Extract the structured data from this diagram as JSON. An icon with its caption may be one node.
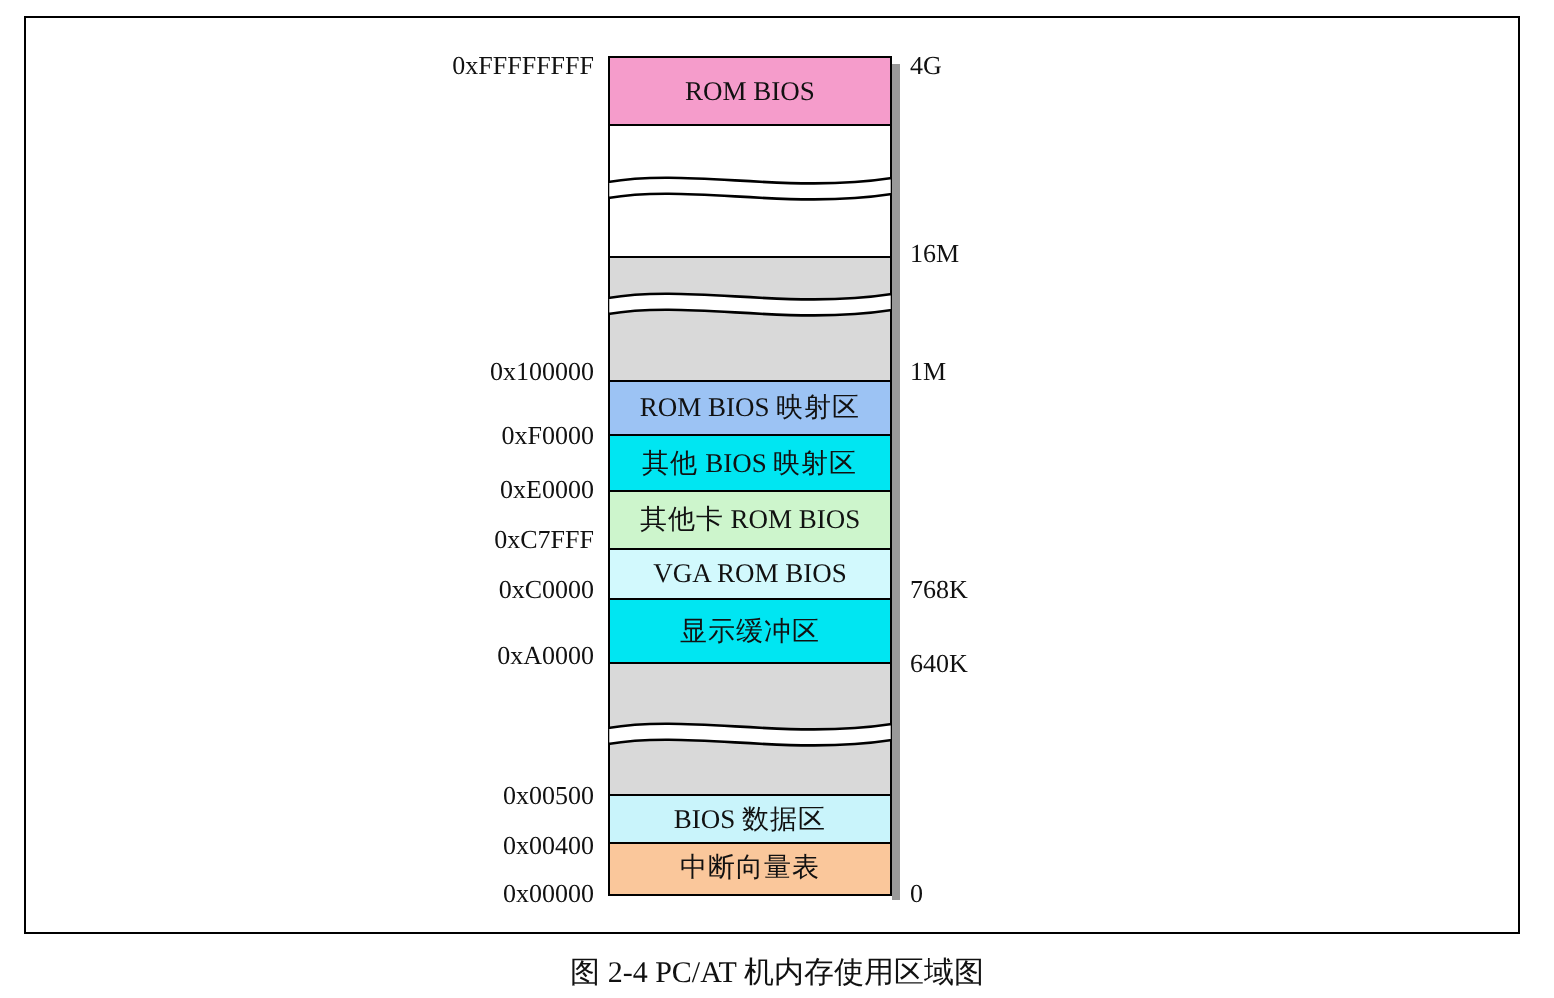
{
  "diagram": {
    "caption": "图 2-4 PC/AT 机内存使用区域图",
    "nodes": [
      {
        "text": [
          "ROM BIOS"
        ]
      },
      {
        "text": [],
        "shape": "box"
      },
      {
        "text": [],
        "shape": "box"
      },
      {
        "text": [
          "ROM BIOS 映射区"
        ]
      },
      {
        "text": [
          "其他 BIOS 映射区"
        ]
      },
      {
        "text": [
          "其他卡 ROM BIOS"
        ]
      },
      {
        "text": [
          "VGA ROM BIOS"
        ]
      },
      {
        "text": [
          "显示缓冲区"
        ]
      },
      {
        "text": [],
        "shape": "box"
      },
      {
        "text": [
          "BIOS 数据区"
        ]
      },
      {
        "text": [
          "中断向量表"
        ]
      }
    ],
    "labels": [
      "0xFFFFFFFF",
      "4G",
      "16M",
      "0x100000",
      "1M",
      "0xF0000",
      "0xE0000",
      "0xC7FFF",
      "0xC0000",
      "768K",
      "0xA0000",
      "640K",
      "0x00500",
      "0x00400",
      "0x00000",
      "0"
    ]
  }
}
